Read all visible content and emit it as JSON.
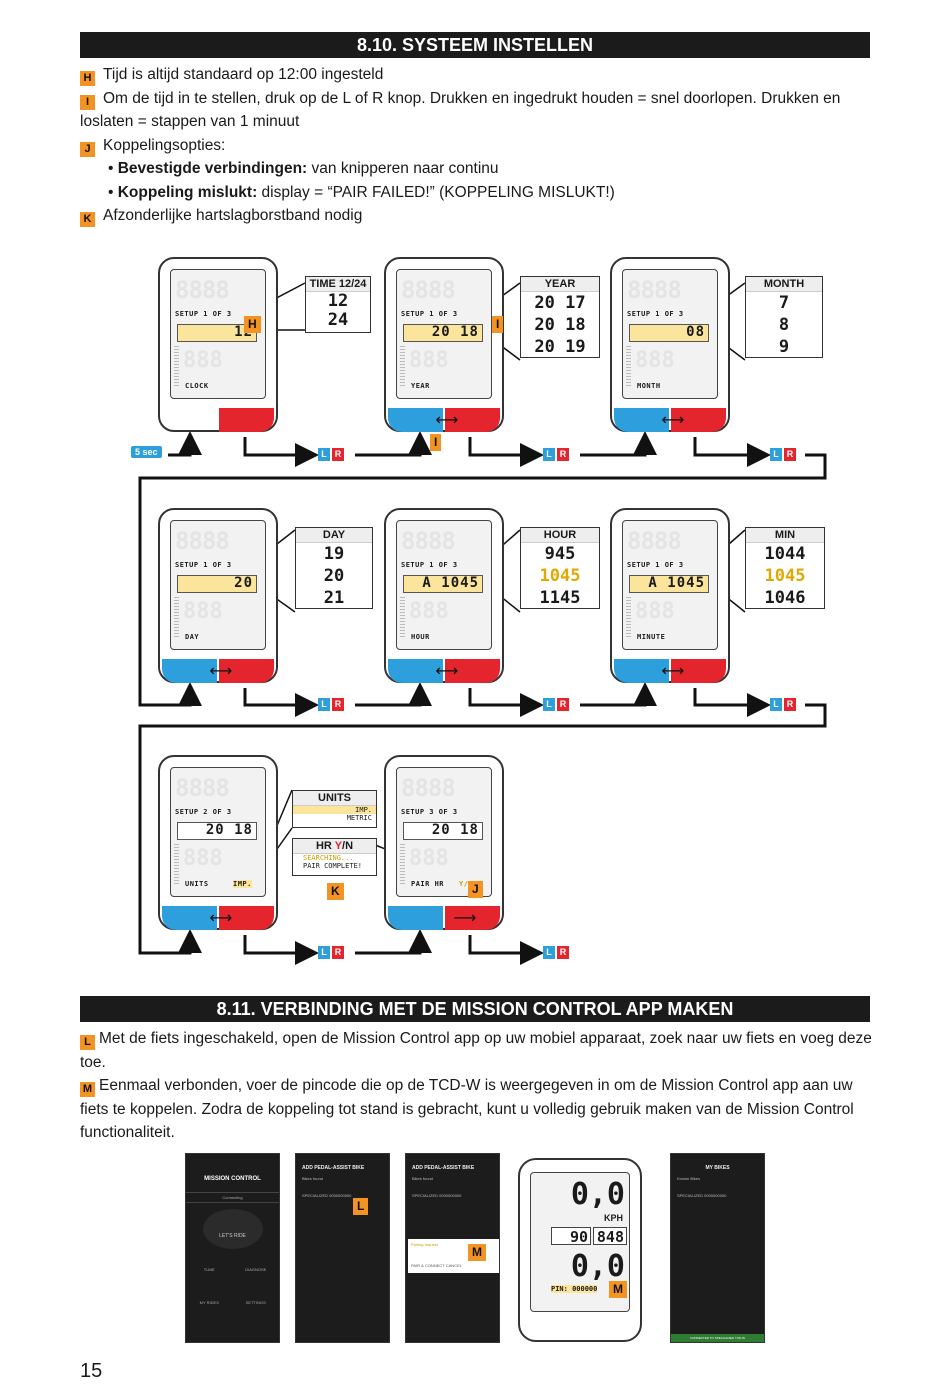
{
  "section1": {
    "title": "8.10. SYSTEEM INSTELLEN",
    "h_tag": "H",
    "h_text": "Tijd is altijd standaard op 12:00 ingesteld",
    "i_tag": "I",
    "i_text": "Om de tijd in te stellen, druk op de L of R knop. Drukken en ingedrukt houden = snel doorlopen. Drukken en loslaten = stappen van 1 minuut",
    "j_tag": "J",
    "j_text": "Koppelingsopties:",
    "bullet1_bold": "Bevestigde verbindingen:",
    "bullet1_text": " van knipperen naar continu",
    "bullet2_bold": "Koppeling mislukt:",
    "bullet2_text": " display = “PAIR FAILED!” (KOPPELING MISLUKT!)",
    "k_tag": "K",
    "k_text": "Afzonderlijke hartslagborstband nodig"
  },
  "diagram": {
    "sec5": "5 sec",
    "lr_l": "L",
    "lr_r": "R",
    "dev_clock": {
      "setup": "SETUP 1 OF 3",
      "value": "12",
      "label": "CLOCK",
      "tag": "H"
    },
    "pop_time": {
      "title": "TIME 12/24",
      "v1": "12",
      "v2": "24"
    },
    "dev_year": {
      "setup": "SETUP 1 OF 3",
      "value": "20 18",
      "label": "YEAR",
      "tag": "I"
    },
    "pop_year": {
      "title": "YEAR",
      "v1": "20 17",
      "v2": "20 18",
      "v3": "20 19"
    },
    "tag_i_below": "I",
    "dev_month": {
      "setup": "SETUP 1 OF 3",
      "value": "08",
      "label": "MONTH"
    },
    "pop_month": {
      "title": "MONTH",
      "v1": "7",
      "v2": "8",
      "v3": "9"
    },
    "dev_day": {
      "setup": "SETUP 1 OF 3",
      "value": "20",
      "label": "DAY"
    },
    "pop_day": {
      "title": "DAY",
      "v1": "19",
      "v2": "20",
      "v3": "21"
    },
    "dev_hour": {
      "setup": "SETUP 1 OF 3",
      "value": "A 1045",
      "label": "HOUR"
    },
    "pop_hour": {
      "title": "HOUR",
      "v1": "945",
      "v2": "1045",
      "v3": "1145"
    },
    "dev_min": {
      "setup": "SETUP 1 OF 3",
      "value": "A 1045",
      "label": "MINUTE"
    },
    "pop_min": {
      "title": "MIN",
      "v1": "1044",
      "v2": "1045",
      "v3": "1046"
    },
    "dev_units": {
      "setup": "SETUP 2 OF 3",
      "value": "20 18",
      "label": "UNITS",
      "unit": "IMP."
    },
    "pop_units": {
      "title": "UNITS",
      "v1": "IMP.",
      "v2": "METRIC"
    },
    "pop_hr": {
      "title_a": "HR ",
      "title_y": "Y",
      "title_b": "/N",
      "v1": "SEARCHING...",
      "v2": "PAIR COMPLETE!"
    },
    "tag_k": "K",
    "dev_pair": {
      "setup": "SETUP 3 OF 3",
      "value": "20 18",
      "label": "PAIR HR",
      "yn": "Y/N",
      "tag": "J"
    }
  },
  "section2": {
    "title": "8.11. VERBINDING MET DE MISSION CONTROL APP MAKEN",
    "l_tag": "L",
    "l_text": "Met de fiets ingeschakeld, open de Mission Control app op uw mobiel apparaat, zoek naar uw fiets en voeg deze toe.",
    "m_tag": "M",
    "m_text": "Eenmaal verbonden, voer de pincode die op de TCD-W is weergegeven in om de Mission Control app aan uw fiets te koppelen. Zodra de koppeling tot stand is gebracht, kunt u volledig gebruik maken van de Mission Control functionaliteit."
  },
  "phones": {
    "p1": {
      "brand": "MISSION CONTROL",
      "sub": "Connecting",
      "center": "LET'S RIDE",
      "i1": "TUNE",
      "i2": "DIAGNOSE",
      "i3": "MY RIDES",
      "i4": "SETTINGS"
    },
    "p2": {
      "title": "ADD PEDAL-ASSIST BIKE",
      "found": "Bikes found",
      "row": "SPECIALIZED 0000000000",
      "tag": "L"
    },
    "p3": {
      "title": "ADD PEDAL-ASSIST BIKE",
      "found": "Bikes found",
      "row": "SPECIALIZED 0000000000",
      "dialog": "Pairing request",
      "tag": "M",
      "btn": "PAIR & CONNECT   CANCEL"
    },
    "p4": {
      "speed": "0,0",
      "unit": "KPH",
      "v1": "90",
      "v2": "848",
      "v3": "0,0",
      "pin": "PIN: 000000",
      "tag": "M"
    },
    "p5": {
      "title": "MY BIKES",
      "sub": "Known Bikes",
      "row": "SPECIALIZED 0000000000",
      "footer": "CONNECTED TO SPECIALIZED TCD-W"
    }
  },
  "page_number": "15"
}
